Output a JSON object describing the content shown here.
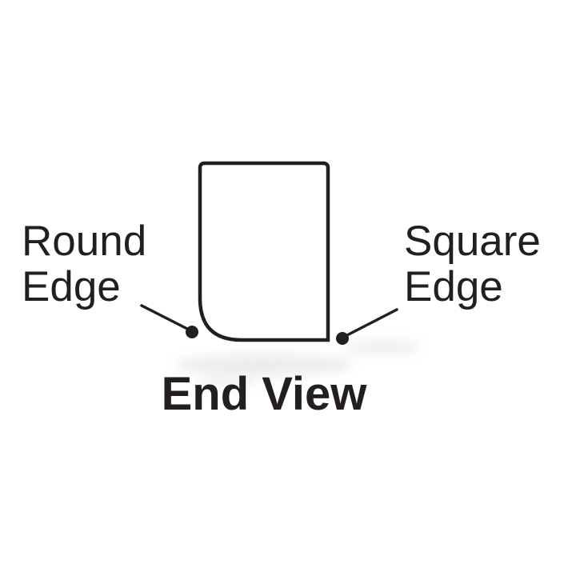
{
  "diagram": {
    "caption": "End View",
    "annotations": {
      "round_edge": {
        "line1": "Round",
        "line2": "Edge"
      },
      "square_edge": {
        "line1": "Square",
        "line2": "Edge"
      }
    },
    "colors": {
      "ink": "#231f20",
      "background": "#ffffff"
    }
  }
}
